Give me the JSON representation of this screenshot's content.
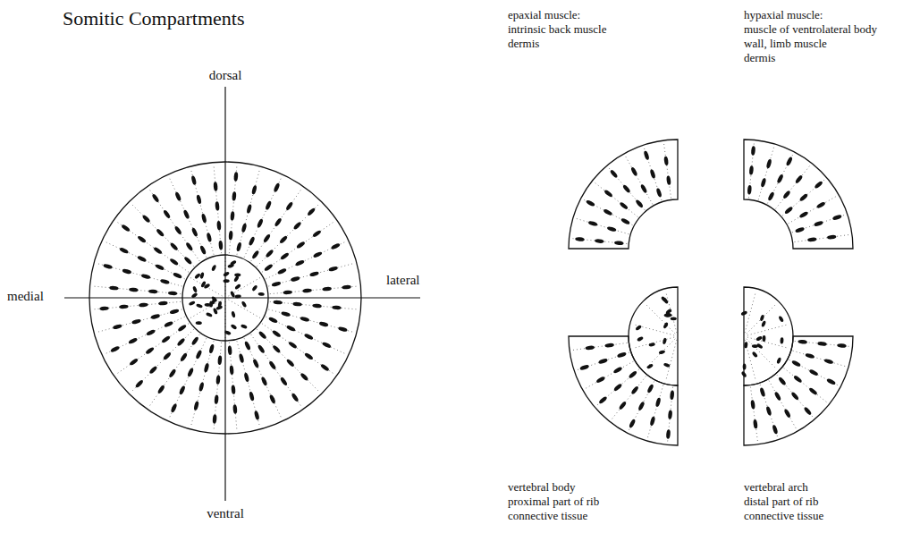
{
  "diagram": {
    "title": "Somitic Compartments",
    "nodes": [
      {
        "text": [
          "epaxial muscle:",
          "intrinsic back muscle",
          "dermis"
        ]
      },
      {
        "text": [
          "hypaxial muscle:",
          "muscle of ventrolateral body wall, limb muscle",
          "dermis"
        ]
      },
      {
        "text": [
          "vertebral body",
          "proximal part of rib",
          "connective tissue"
        ]
      },
      {
        "text": [
          "vertebral arch",
          "distal part of rib",
          "connective tissue"
        ]
      }
    ],
    "labels": [
      "dorsal",
      "medial",
      "lateral",
      "ventral"
    ]
  }
}
